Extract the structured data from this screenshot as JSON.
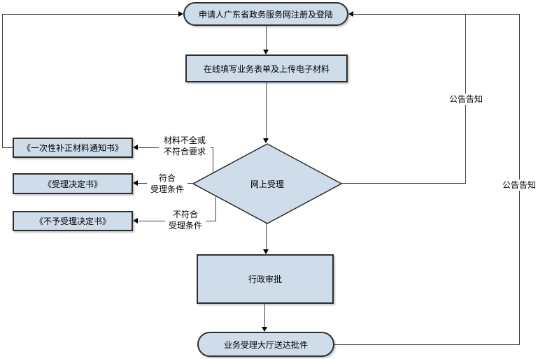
{
  "diagram": {
    "nodes": {
      "register": {
        "label": "申请人广东省政务服务网注册及登陆"
      },
      "fill_form": {
        "label": "在线填写业务表单及上传电子材料"
      },
      "online_review": {
        "label": "网上受理"
      },
      "correction_notice": {
        "label": "《一次性补正材料通知书》"
      },
      "acceptance_decision": {
        "label": "《受理决定书》"
      },
      "rejection_decision": {
        "label": "《不予受理决定书》"
      },
      "admin_approval": {
        "label": "行政审批"
      },
      "delivery": {
        "label": "业务受理大厅送达批件"
      }
    },
    "edge_labels": {
      "materials_incomplete": "材料不全或\n不符合要求",
      "meets_conditions": "符合\n受理条件",
      "fails_conditions": "不符合\n受理条件",
      "public_notice_upper": "公告告知",
      "public_notice_outer": "公告告知"
    },
    "colors": {
      "node_fill": "#cfdce9",
      "node_border": "#2e2e2e",
      "connector": "#404040",
      "background": "#ffffff"
    }
  }
}
